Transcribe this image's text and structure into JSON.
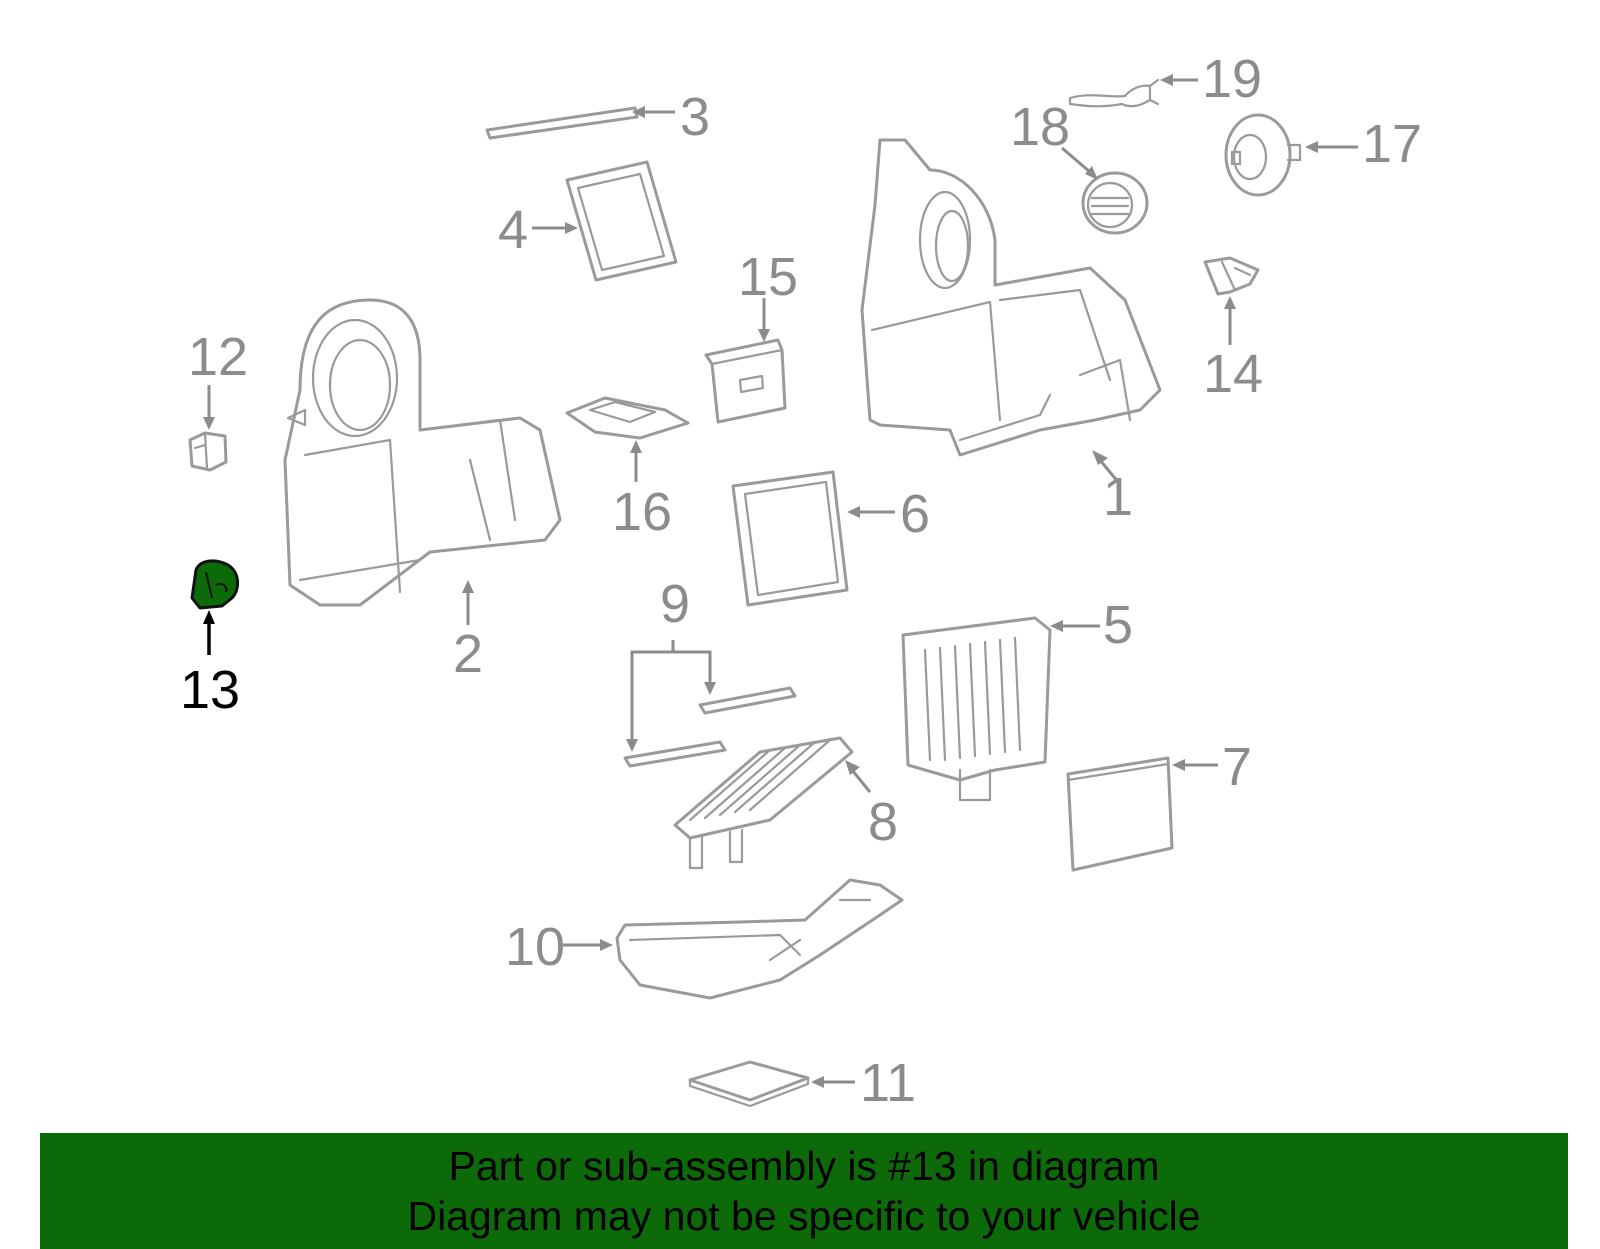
{
  "callouts": [
    "1",
    "2",
    "3",
    "4",
    "5",
    "6",
    "7",
    "8",
    "9",
    "10",
    "11",
    "12",
    "13",
    "14",
    "15",
    "16",
    "17",
    "18",
    "19"
  ],
  "highlighted_callout": "13",
  "colors": {
    "banner_bg": "#0d6a09",
    "highlight_fill": "#0d6a09",
    "line_art": "#9a9a9a",
    "callout_text": "#8c8c8c",
    "highlight_text": "#000000"
  },
  "banner": {
    "line1": "Part or sub-assembly is #13 in diagram",
    "line2": "Diagram may not be specific to your vehicle"
  }
}
